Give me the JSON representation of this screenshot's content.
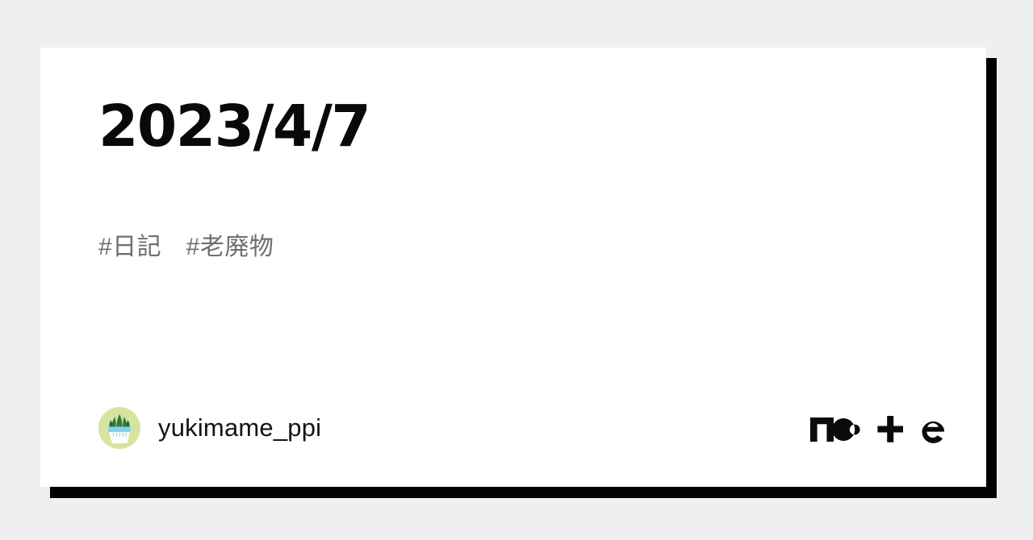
{
  "page": {
    "background_color": "#efefef",
    "card_background": "#ffffff",
    "shadow_color": "#000000"
  },
  "article": {
    "title": "2023/4/7",
    "title_color": "#090909",
    "tags_line": "#日記　#老廃物",
    "tags": [
      "#日記",
      "#老廃物"
    ],
    "tags_color": "#6e6e6e"
  },
  "author": {
    "name": "yukimame_ppi",
    "name_color": "#141414",
    "avatar_icon": "cactus-avatar-icon",
    "avatar_background": "#d6e49f",
    "avatar_plant_color": "#2f7a46",
    "avatar_band_color": "#7fd3e8",
    "avatar_pot_color": "#ffffff"
  },
  "brand": {
    "name": "note",
    "logo_icon": "note-logo-icon",
    "logo_color": "#0b0b0b"
  }
}
